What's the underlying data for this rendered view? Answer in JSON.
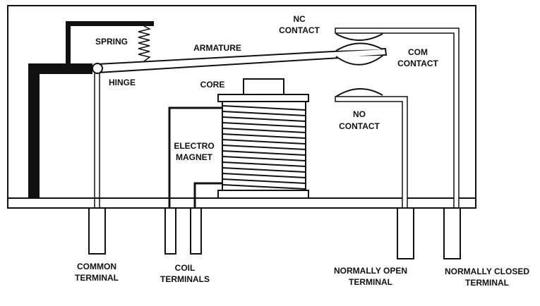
{
  "labels": {
    "spring": "SPRING",
    "armature": "ARMATURE",
    "hinge": "HINGE",
    "nc_contact_line1": "NC",
    "nc_contact_line2": "CONTACT",
    "com_contact_line1": "COM",
    "com_contact_line2": "CONTACT",
    "core": "CORE",
    "no_contact_line1": "NO",
    "no_contact_line2": "CONTACT",
    "electromagnet_line1": "ELECTRO",
    "electromagnet_line2": "MAGNET",
    "common_terminal_line1": "COMMON",
    "common_terminal_line2": "TERMINAL",
    "coil_terminals_line1": "COIL",
    "coil_terminals_line2": "TERMINALS",
    "normally_open_line1": "NORMALLY OPEN",
    "normally_open_line2": "TERMINAL",
    "normally_closed_line1": "NORMALLY CLOSED",
    "normally_closed_line2": "TERMINAL"
  },
  "colors": {
    "stroke": "#111111",
    "background": "#ffffff"
  }
}
